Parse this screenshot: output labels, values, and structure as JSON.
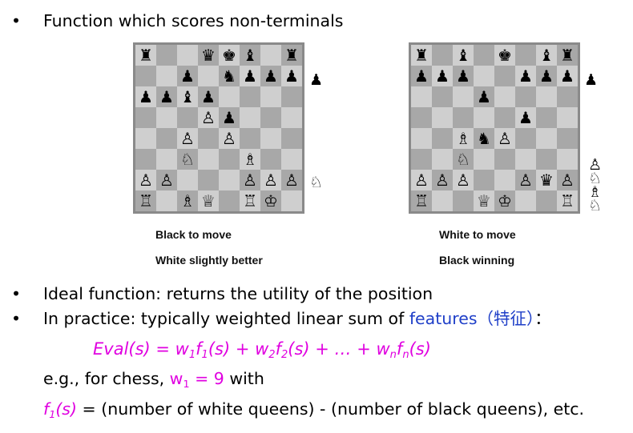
{
  "bullets": {
    "b1": "Function which scores non-terminals",
    "b2": "Ideal function: returns the utility of the position",
    "b3_prefix": "In practice: typically weighted linear sum of ",
    "b3_link": "features",
    "b3_cjk": "（特征）",
    "b3_suffix": "："
  },
  "boards": [
    {
      "rows": [
        "♜  ♛♚♝ ♜",
        "  ♟ ♞♟♟♟♟",
        "♟♟♝♟    ",
        "   ♙♟   ",
        "  ♙ ♙   ",
        "  ♘  ♗  ",
        "♙♙   ♙♙♙",
        "♖ ♗♕ ♖♔ "
      ],
      "captured_top": "♟",
      "captured_bottom": "♘",
      "caption1": "Black to move",
      "caption2": "White slightly better"
    },
    {
      "rows": [
        "♜ ♝ ♚ ♝♜",
        "♟♟♟  ♟♟♟",
        "   ♟    ",
        "     ♟  ",
        "  ♗♞♙   ",
        "  ♘     ",
        "♙♙♙  ♙♛♙",
        "♖  ♕♔  ♖"
      ],
      "captured_top": "♟",
      "captured_bottom": "♙♘♗♘",
      "caption1": "White to move",
      "caption2": "Black winning"
    }
  ],
  "equation": {
    "eval": "Eval(s) = w",
    "f1": "f",
    "p1": "(s) + w",
    "f2": "f",
    "p2": "(s) + … + w",
    "fn": "f",
    "pn": "(s)"
  },
  "eg": {
    "prefix": "e.g., for chess, ",
    "w": "w",
    "sub": "1",
    "eq": " = 9",
    "suffix": " with"
  },
  "def": {
    "f": "f",
    "sub": "1",
    "arg": "(s)",
    "rest": " = (number of white queens) - (number of black queens), etc."
  }
}
